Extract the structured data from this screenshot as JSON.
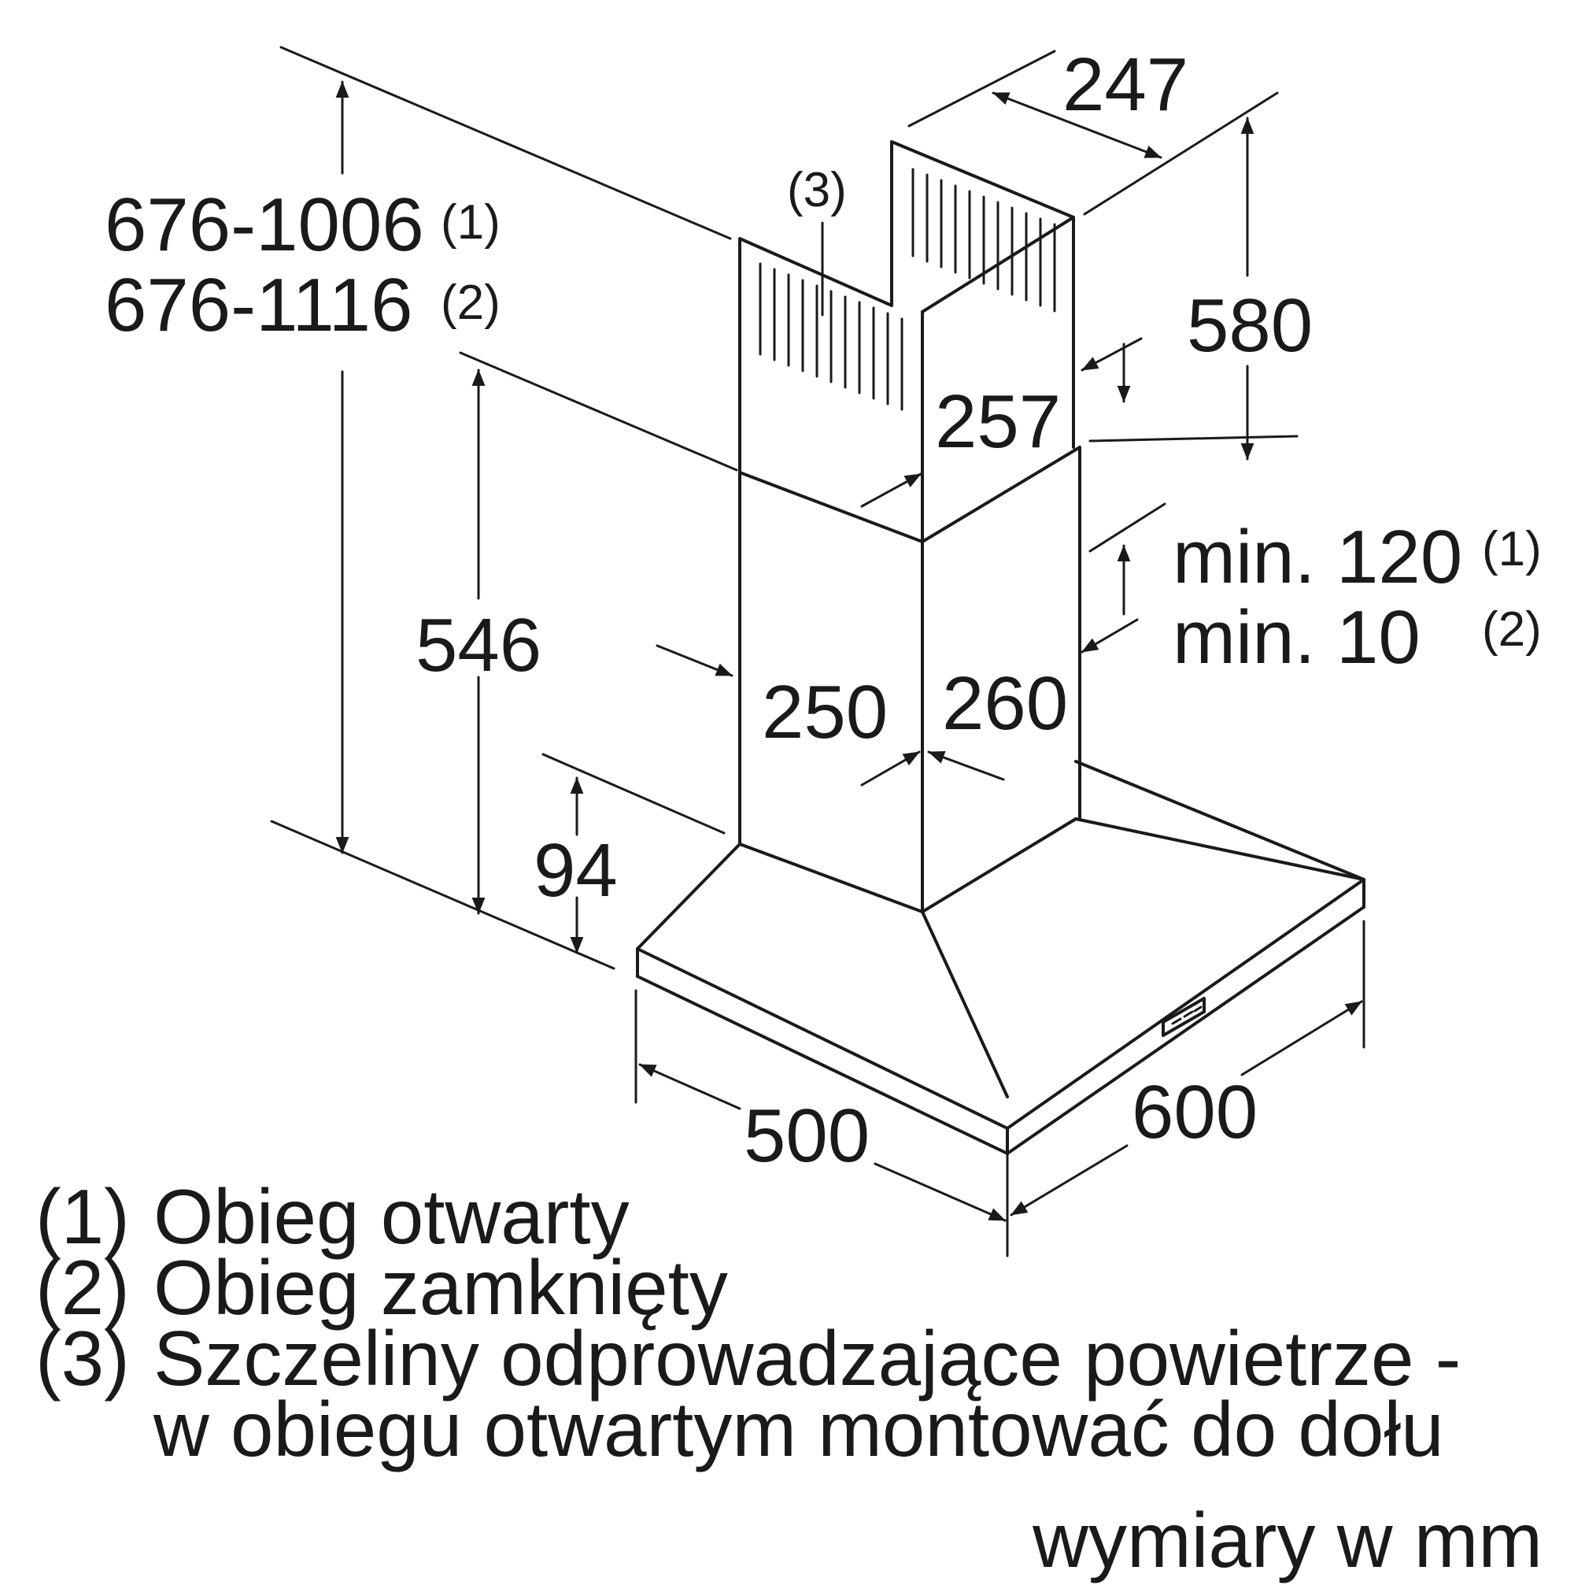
{
  "dimensions": {
    "total_height_open": "676-1006",
    "total_height_open_ref": "(1)",
    "total_height_closed": "676-1116",
    "total_height_closed_ref": "(2)",
    "chimney_lower_height": "546",
    "canopy_height": "94",
    "chimney_top_depth": "247",
    "chimney_upper_height": "580",
    "chimney_upper_width": "257",
    "chimney_lower_depth": "250",
    "chimney_lower_width": "260",
    "clearance_open": "min. 120",
    "clearance_open_ref": "(1)",
    "clearance_closed": "min. 10",
    "clearance_closed_ref": "(2)",
    "hood_depth": "500",
    "hood_width": "600",
    "vent_slots_ref": "(3)"
  },
  "legend": [
    {
      "num": "(1)",
      "text": "Obieg otwarty"
    },
    {
      "num": "(2)",
      "text": "Obieg zamknięty"
    },
    {
      "num": "(3)",
      "text": "Szczeliny odprowadzające powietrze -",
      "continuation": "w obiegu otwartym montować do dołu"
    }
  ],
  "units_note": "wymiary w mm"
}
